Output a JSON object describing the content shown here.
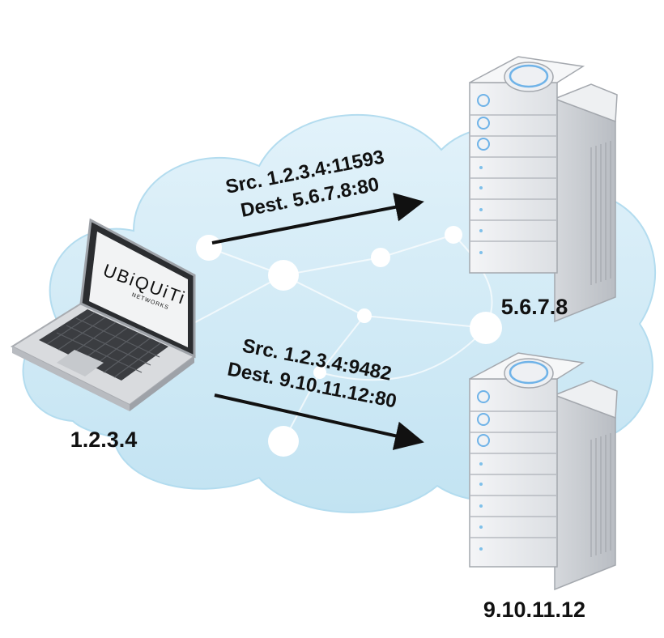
{
  "laptop": {
    "address": "1.2.3.4",
    "screen_logo": "UBiQUiTi",
    "screen_logo_sub": "NETWORKS"
  },
  "servers": [
    {
      "address": "5.6.7.8"
    },
    {
      "address": "9.10.11.12"
    }
  ],
  "connections": [
    {
      "src_label": "Src. 1.2.3.4:11593",
      "dest_label": "Dest. 5.6.7.8:80"
    },
    {
      "src_label": "Src. 1.2.3.4:9482",
      "dest_label": "Dest. 9.10.11.12:80"
    }
  ],
  "colors": {
    "cloud": "#cfe9f5",
    "cloud_edge": "#b3dcef",
    "server_body": "#e7e9ec",
    "server_shade": "#c9ccd1",
    "led": "#6fb3e8",
    "arrow": "#111111"
  }
}
